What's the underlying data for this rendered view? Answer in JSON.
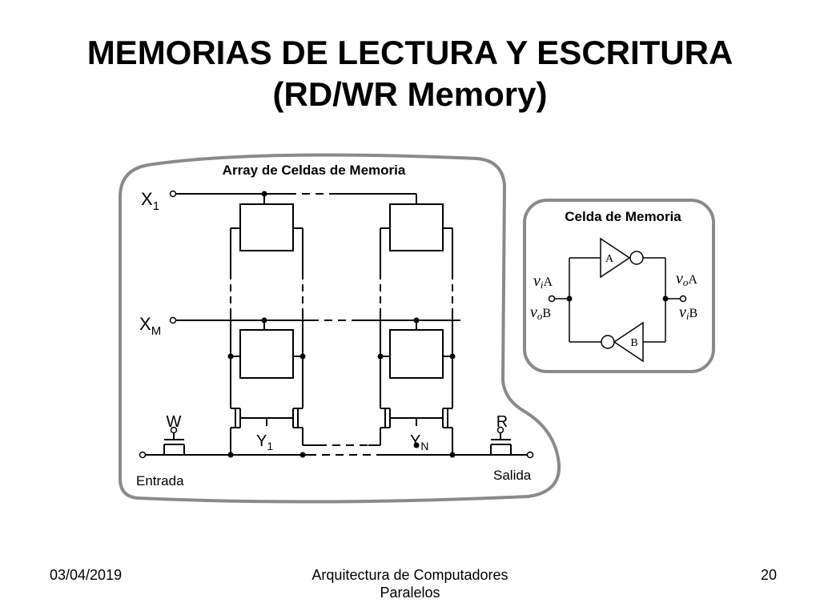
{
  "slide": {
    "title_line1": "MEMORIAS DE LECTURA Y ESCRITURA",
    "title_line2": "(RD/WR Memory)"
  },
  "array_panel": {
    "title": "Array de Celdas de Memoria",
    "row_labels": {
      "x1": "X",
      "x1_sub": "1",
      "xm": "X",
      "xm_sub": "M"
    },
    "column_labels": {
      "y1": "Y",
      "y1_sub": "1",
      "yn": "Y",
      "yn_sub": "N"
    },
    "control_labels": {
      "write": "W",
      "read": "R"
    },
    "io_labels": {
      "input": "Entrada",
      "output": "Salida"
    }
  },
  "cell_panel": {
    "title": "Celda de Memoria",
    "inverter_a": "A",
    "inverter_b": "B",
    "vi_a": {
      "v": "v",
      "sub": "i",
      "name": "A"
    },
    "vo_b": {
      "v": "v",
      "sub": "o",
      "name": "B"
    },
    "vo_a": {
      "v": "v",
      "sub": "o",
      "name": "A"
    },
    "vi_b": {
      "v": "v",
      "sub": "i",
      "name": "B"
    }
  },
  "footer": {
    "date": "03/04/2019",
    "course_line1": "Arquitectura de Computadores",
    "course_line2": "Paralelos",
    "page": "20"
  }
}
